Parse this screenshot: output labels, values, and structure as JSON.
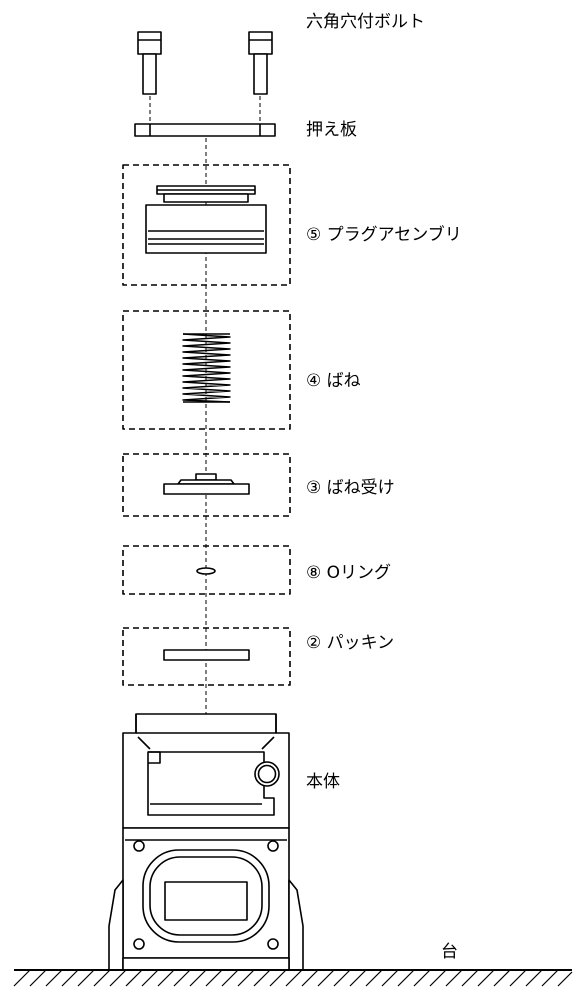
{
  "labels": {
    "bolt": "六角穴付ボルト",
    "plate": "押え板",
    "plug": "⑤ プラグアセンブリ",
    "spring": "④ ばね",
    "seat": "③ ばね受け",
    "oring": "⑧ Oリング",
    "packing": "② パッキン",
    "body": "本体",
    "base": "台"
  },
  "colors": {
    "line": "#000000",
    "background": "#ffffff"
  }
}
